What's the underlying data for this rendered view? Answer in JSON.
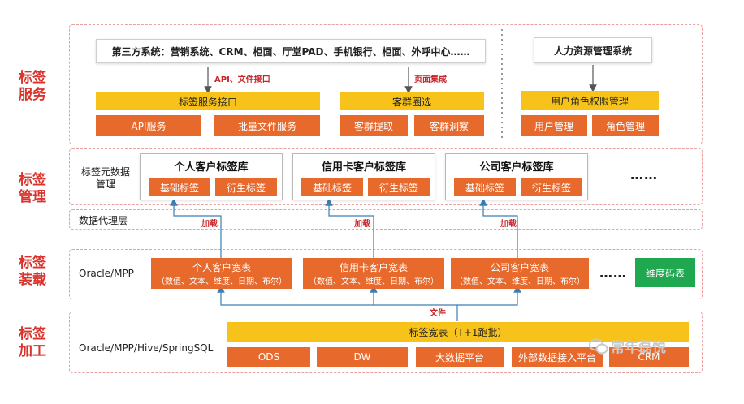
{
  "side_labels": {
    "service": "标签服务",
    "manage": "标签管理",
    "load": "标签装载",
    "process": "标签加工"
  },
  "service": {
    "third_party": "第三方系统：营销系统、CRM、柜面、厅堂PAD、手机银行、柜面、外呼中心……",
    "hr_system": "人力资源管理系统",
    "api_link": "API、文件接口",
    "page_link": "页面集成",
    "interface_bar": "标签服务接口",
    "api_service": "API服务",
    "batch_service": "批量文件服务",
    "crowd_bar": "客群圈选",
    "crowd_extract": "客群提取",
    "crowd_insight": "客群洞察",
    "role_bar": "用户角色权限管理",
    "user_mgmt": "用户管理",
    "role_mgmt": "角色管理"
  },
  "manage": {
    "meta_label": "标签元数据管理",
    "libraries": [
      {
        "title": "个人客户标签库",
        "basic": "基础标签",
        "derived": "衍生标签"
      },
      {
        "title": "信用卡客户标签库",
        "basic": "基础标签",
        "derived": "衍生标签"
      },
      {
        "title": "公司客户标签库",
        "basic": "基础标签",
        "derived": "衍生标签"
      }
    ],
    "more": "……"
  },
  "proxy": {
    "label": "数据代理层",
    "load_label": "加载"
  },
  "load": {
    "db_label": "Oracle/MPP",
    "tables": [
      {
        "title": "个人客户宽表",
        "detail": "（数值、文本、维度、日期、布尔）"
      },
      {
        "title": "信用卡客户宽表",
        "detail": "（数值、文本、维度、日期、布尔）"
      },
      {
        "title": "公司客户宽表",
        "detail": "（数值、文本、维度、日期、布尔）"
      }
    ],
    "more": "……",
    "dim_table": "维度码表",
    "file_label": "文件"
  },
  "process": {
    "db_label": "Oracle/MPP/Hive/SpringSQL",
    "wide_bar": "标签宽表（T+1跑批）",
    "sources": [
      "ODS",
      "DW",
      "大数据平台",
      "外部数据接入平台",
      "CRM"
    ]
  },
  "watermark": "常年磊悦",
  "colors": {
    "accent_red": "#d9332b",
    "orange": "#e8692c",
    "yellow": "#f7c31a",
    "green": "#1fa84f",
    "line_blue": "#3a7fb8"
  }
}
